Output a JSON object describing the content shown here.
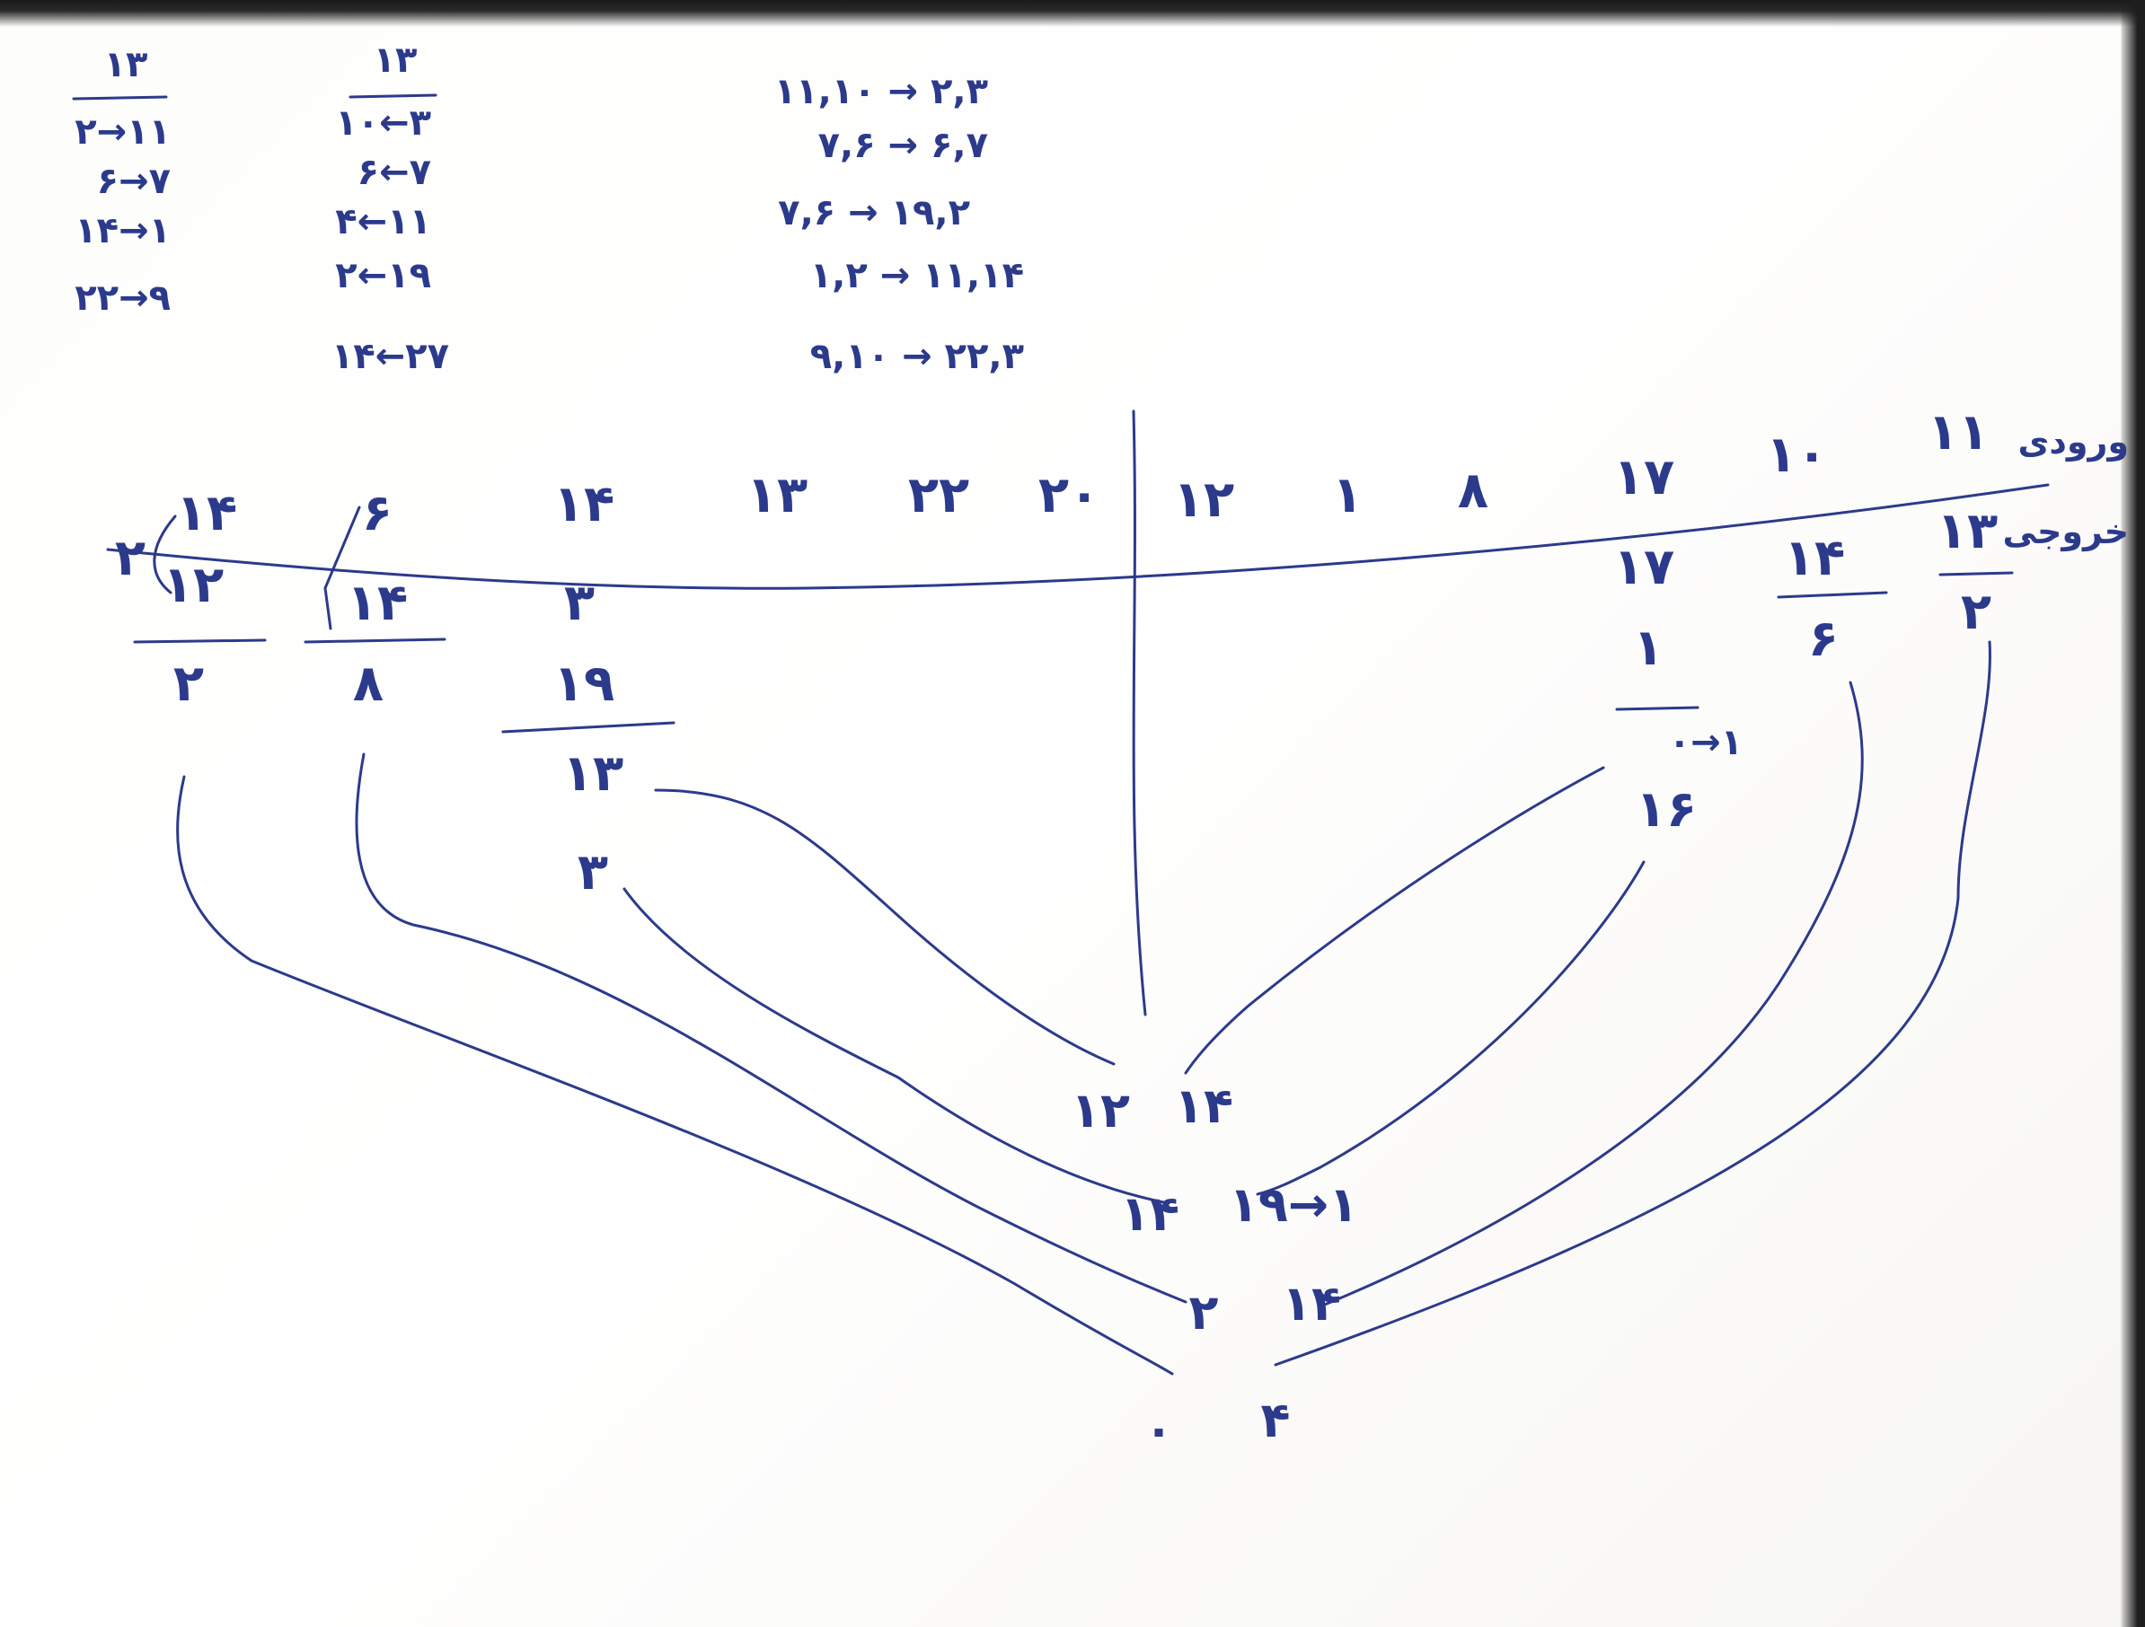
{
  "notes": {
    "left_col1_header": "۱۳",
    "left_col1": [
      "۲→۱۱",
      "۶→۷",
      "۱۴→۱",
      "۲۲→۹"
    ],
    "left_col2_header": "۱۳",
    "left_col2": [
      "۱۰←۳",
      "۶←۷",
      "۴←۱۱",
      "۲←۱۹",
      "۱۴←۲۷"
    ],
    "pairs": [
      "۱۱,۱۰ → ۲,۳",
      "۷,۶ → ۶,۷",
      "۷,۶ → ۱۹,۲",
      "۱,۲ → ۱۱,۱۴",
      "۹,۱۰ → ۲۲,۳"
    ]
  },
  "tree": {
    "row_labels": {
      "input": "ورودی",
      "output": "خروجی"
    },
    "input_left": [
      "۲۰",
      "۲۲",
      "۱۳",
      "۱۴"
    ],
    "input_right": [
      "۱۱",
      "۱۰",
      "۱۷",
      "۸",
      "۱",
      "۱۲"
    ],
    "output_right": [
      {
        "top": "۱۳",
        "bottom": "۲"
      },
      {
        "top": "۱۴",
        "bottom": "۶"
      },
      {
        "top": "۱۷",
        "mid": "۱",
        "sub": "۰→۱",
        "bottom": "۱۶"
      }
    ],
    "output_left": [
      {
        "top": "۳",
        "mid": "۱۹",
        "sub": "۱۳",
        "bottom": "۳"
      },
      {
        "top": "۶",
        "mid": "۱۴",
        "bottom": "۸"
      },
      {
        "top": "۱۴",
        "mid": "۱۲",
        "bottom": "۲",
        "side": "۲"
      }
    ],
    "merge_rows": [
      {
        "left": "۱۲",
        "right": "۱۴"
      },
      {
        "left": "۱۴",
        "right": "۱۹→۱"
      },
      {
        "left": "۲",
        "right": "۱۴"
      },
      {
        "left": "۰",
        "right": "۴"
      }
    ]
  },
  "colors": {
    "ink": "#2c3a8c",
    "paper": "#ffffff",
    "shadow": "#1e1e1e"
  }
}
